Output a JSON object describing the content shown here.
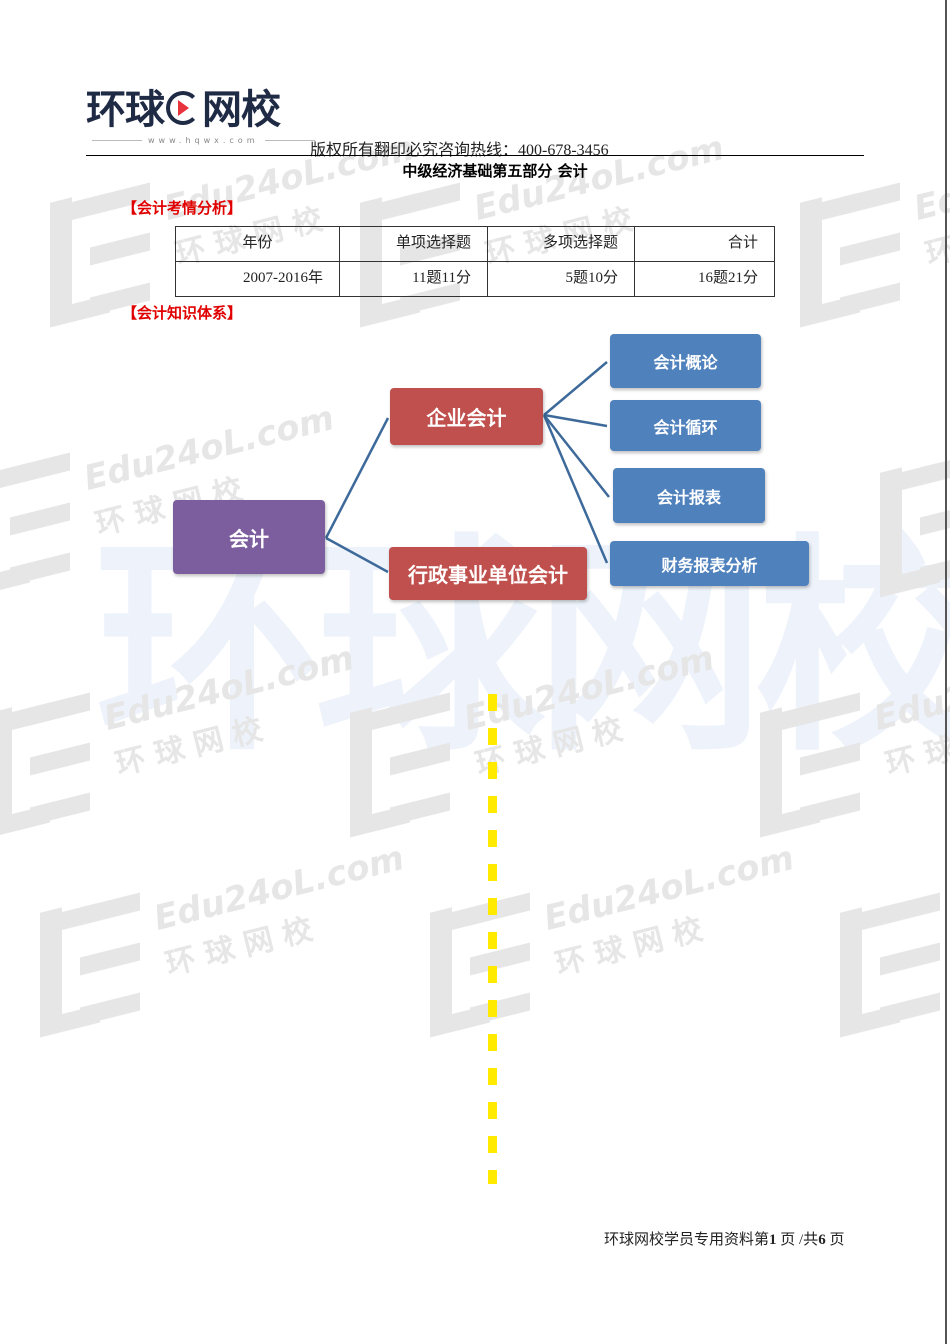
{
  "header": {
    "logo_text_left": "环球",
    "logo_text_right": "网校",
    "logo_url": "www.hqwx.com",
    "hotline": "版权所有翻印必究咨询热线：400-678-3456"
  },
  "document": {
    "title": "中级经济基础第五部分 会计",
    "section1_heading": "【会计考情分析】",
    "section2_heading": "【会计知识体系】"
  },
  "stats_table": {
    "headers": [
      "年份",
      "单项选择题",
      "多项选择题",
      "合计"
    ],
    "rows": [
      [
        "2007-2016年",
        "11题11分",
        "5题10分",
        "16题21分"
      ]
    ]
  },
  "diagram": {
    "root": "会计",
    "branches": [
      {
        "label": "企业会计",
        "children": [
          "会计概论",
          "会计循环",
          "会计报表",
          "财务报表分析"
        ]
      },
      {
        "label": "行政事业单位会计",
        "children": []
      }
    ],
    "colors": {
      "root": "#7c5e9f",
      "branch": "#c0504d",
      "leaf": "#4f81bd",
      "connector": "#3d6a9a"
    }
  },
  "watermark": {
    "line1": "Edu24oL.com",
    "line2": "环球网校",
    "big_text": "环球网校"
  },
  "footer": {
    "prefix": "环球网校学员专用资料第",
    "current_page": "1",
    "mid": "页 /共",
    "total_pages": "6",
    "suffix": "页"
  }
}
